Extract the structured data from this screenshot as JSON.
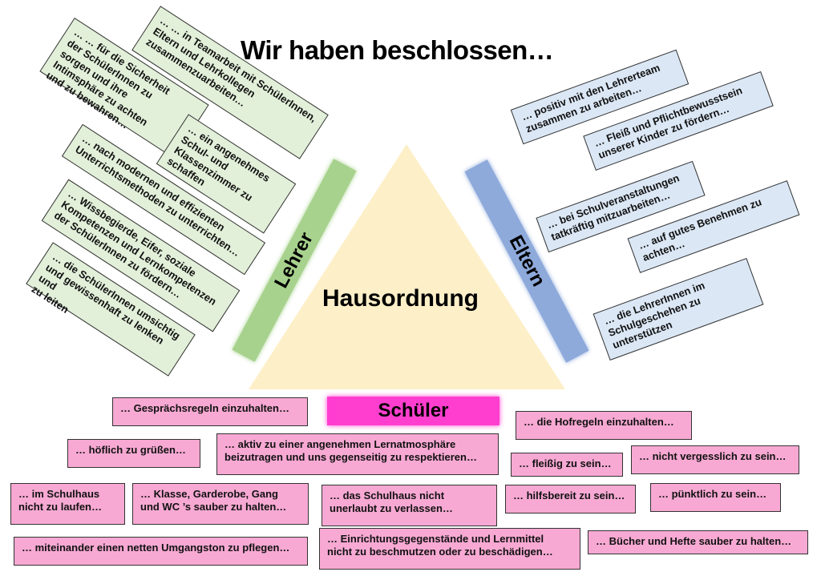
{
  "title": "Wir haben beschlossen…",
  "center_label": "Hausordnung",
  "groups": {
    "lehrer": {
      "label": "Lehrer",
      "color": "#a7d28d",
      "items": [
        "… … für die Sicherheit\nder SchülerInnen zu\nsorgen und ihre\nIntimsphäre zu achten\nund zu bewahren…",
        "… … in Teamarbeit mit SchülerInnen,\nEltern und Lehrkollegen\nzusammenzuarbeiten…",
        "… ein angenehmes\nSchul- und\nKlassenzimmer zu\nschaffen",
        "… nach modernen und effizienten\nUnterrichtsmethoden zu unterrichten…",
        "… Wissbegierde, Eifer, soziale\nKompetenzen und Lernkompetenzen\nder SchülerInnen zu fördern…",
        "… die SchülerInnen umsichtig\nund gewissenhaft zu lenken und\nzu leiten"
      ]
    },
    "eltern": {
      "label": "Eltern",
      "color": "#8eaadb",
      "items": [
        "… positiv mit den Lehrerteam\nzusammen zu arbeiten…",
        "… Fleiß und Pflichtbewusstsein\nunserer Kinder zu fördern…",
        "… bei Schulveranstaltungen\ntatkräftig mitzuarbeiten…",
        "… auf gutes Benehmen zu\nachten…",
        "… die LehrerInnen im\nSchulgeschehen zu\nunterstützen"
      ]
    },
    "schueler": {
      "label": "Schüler",
      "color": "#ff3ecf",
      "items": [
        "… Gesprächsregeln einzuhalten…",
        "… die Hofregeln einzuhalten…",
        "… höflich zu grüßen…",
        "… aktiv zu einer angenehmen Lernatmosphäre\nbeizutragen und uns gegenseitig zu respektieren…",
        "… fleißig zu sein…",
        "… nicht vergesslich zu sein…",
        "… im Schulhaus\nnicht zu laufen…",
        "… Klasse, Garderobe, Gang\nund WC ’s sauber zu halten…",
        "… das Schulhaus nicht\nunerlaubt zu verlassen…",
        "… hilfsbereit zu sein…",
        "… pünktlich zu sein…",
        "… miteinander einen netten Umgangston zu pflegen…",
        "… Einrichtungsgegenstände und Lernmittel\nnicht zu beschmutzen oder zu beschädigen…",
        "… Bücher und Hefte sauber zu halten…"
      ]
    }
  },
  "colors": {
    "triangle": "#fdefc8",
    "green_card": "#e2efd9",
    "blue_card": "#dbe7f5",
    "pink_card": "#f7a9d3"
  }
}
